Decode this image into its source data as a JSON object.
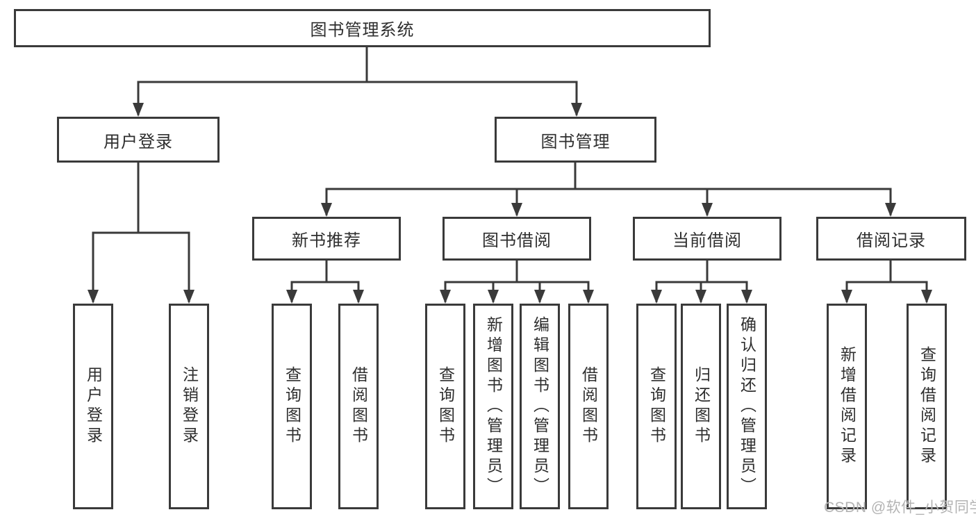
{
  "title": "图书管理系统",
  "watermark": {
    "text": "CSDN @软件_小贺同学"
  },
  "colors": {
    "line": "#3a3a3a",
    "text": "#2e2e2e",
    "watermark": "#b3b3b3",
    "background": "#ffffff"
  },
  "tree": {
    "label": "图书管理系统",
    "children": [
      {
        "label": "用户登录",
        "children": [
          {
            "label": "用户登录"
          },
          {
            "label": "注销登录"
          }
        ]
      },
      {
        "label": "图书管理",
        "children": [
          {
            "label": "新书推荐",
            "children": [
              {
                "label": "查询图书"
              },
              {
                "label": "借阅图书"
              }
            ]
          },
          {
            "label": "图书借阅",
            "children": [
              {
                "label": "查询图书"
              },
              {
                "label": "新增图书（管理员）"
              },
              {
                "label": "编辑图书（管理员）"
              },
              {
                "label": "借阅图书"
              }
            ]
          },
          {
            "label": "当前借阅",
            "children": [
              {
                "label": "查询图书"
              },
              {
                "label": "归还图书"
              },
              {
                "label": "确认归还（管理员）"
              }
            ]
          },
          {
            "label": "借阅记录",
            "children": [
              {
                "label": "新增借阅记录"
              },
              {
                "label": "查询借阅记录"
              }
            ]
          }
        ]
      }
    ]
  }
}
